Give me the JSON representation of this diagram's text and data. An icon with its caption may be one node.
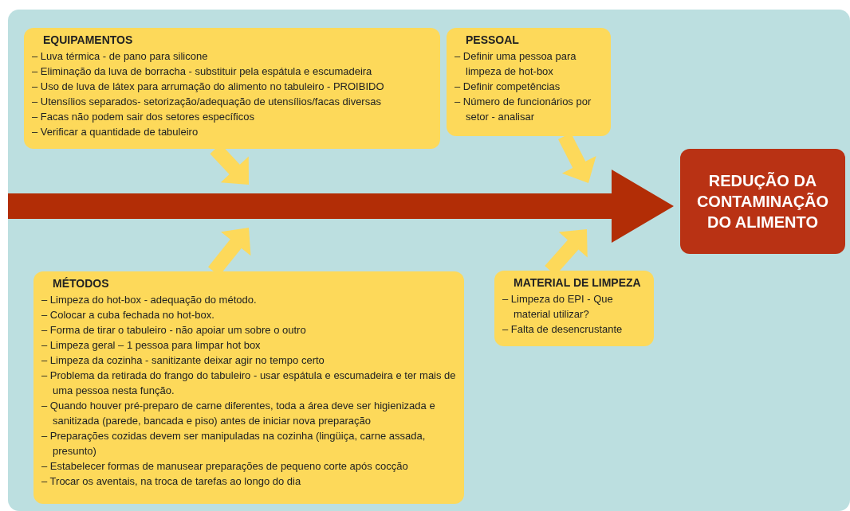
{
  "diagram": {
    "nodes": [
      {
        "text": [
          "EQUIPAMENTOS",
          "– Luva térmica - de pano para silicone",
          "– Eliminação da luva de borracha - substituir pela espátula e escumadeira",
          "– Uso de luva de látex para arrumação do alimento no tabuleiro - PROIBIDO",
          "– Utensílios separados- setorização/adequação de utensílios/facas diversas",
          "– Facas não podem sair dos setores específicos",
          "– Verificar a quantidade de tabuleiro"
        ]
      },
      {
        "text": [
          "PESSOAL",
          "– Definir uma pessoa para limpeza de hot-box",
          "– Definir competências",
          "– Número de funcionários por setor - analisar"
        ]
      },
      {
        "text": [
          "MÉTODOS",
          "– Limpeza do hot-box - adequação do método.",
          "– Colocar a cuba fechada no hot-box.",
          "– Forma de tirar o tabuleiro - não apoiar um sobre o outro",
          "– Limpeza geral – 1 pessoa para limpar hot box",
          "– Limpeza da cozinha - sanitizante deixar agir no tempo certo",
          "– Problema da retirada do frango do tabuleiro - usar espátula e escumadeira e ter mais de uma pessoa nesta função.",
          "– Quando houver pré-preparo de carne diferentes, toda a área deve ser higienizada e sanitizada (parede, bancada e piso) antes de iniciar nova preparação",
          "– Preparações cozidas devem ser manipuladas na cozinha (lingüiça, carne assada, presunto)",
          "– Estabelecer formas de manusear preparações de pequeno corte após cocção",
          "– Trocar os aventais, na troca de tarefas ao longo do dia"
        ]
      },
      {
        "text": [
          "MATERIAL DE LIMPEZA",
          "– Limpeza do EPI - Que material utilizar?",
          "– Falta de desencrustante"
        ]
      },
      {
        "text": [
          "REDUÇÃO DA CONTAMINAÇÃO DO ALIMENTO"
        ]
      }
    ],
    "edges": [
      {
        "from": null,
        "to": 4,
        "arrow": "to",
        "color": "#b22d06"
      },
      {
        "from": 0,
        "to": null,
        "arrow": "to"
      },
      {
        "from": 1,
        "to": null,
        "arrow": "to"
      },
      {
        "from": 2,
        "to": null,
        "arrow": "to"
      },
      {
        "from": 3,
        "to": null,
        "arrow": "to"
      }
    ]
  }
}
